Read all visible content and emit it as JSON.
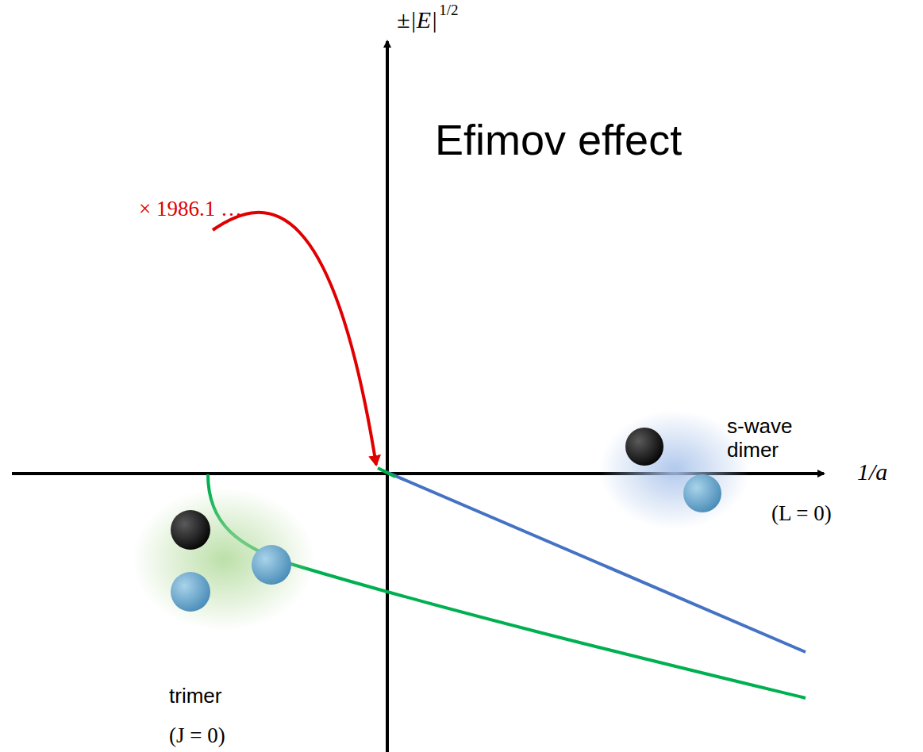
{
  "diagram": {
    "title": "Efimov effect",
    "labels": [
      "±|E|",
      "1/2",
      "1/a",
      "× 1986.1 …",
      "s-wave dimer",
      "(L = 0)",
      "trimer",
      "(J = 0)"
    ]
  }
}
